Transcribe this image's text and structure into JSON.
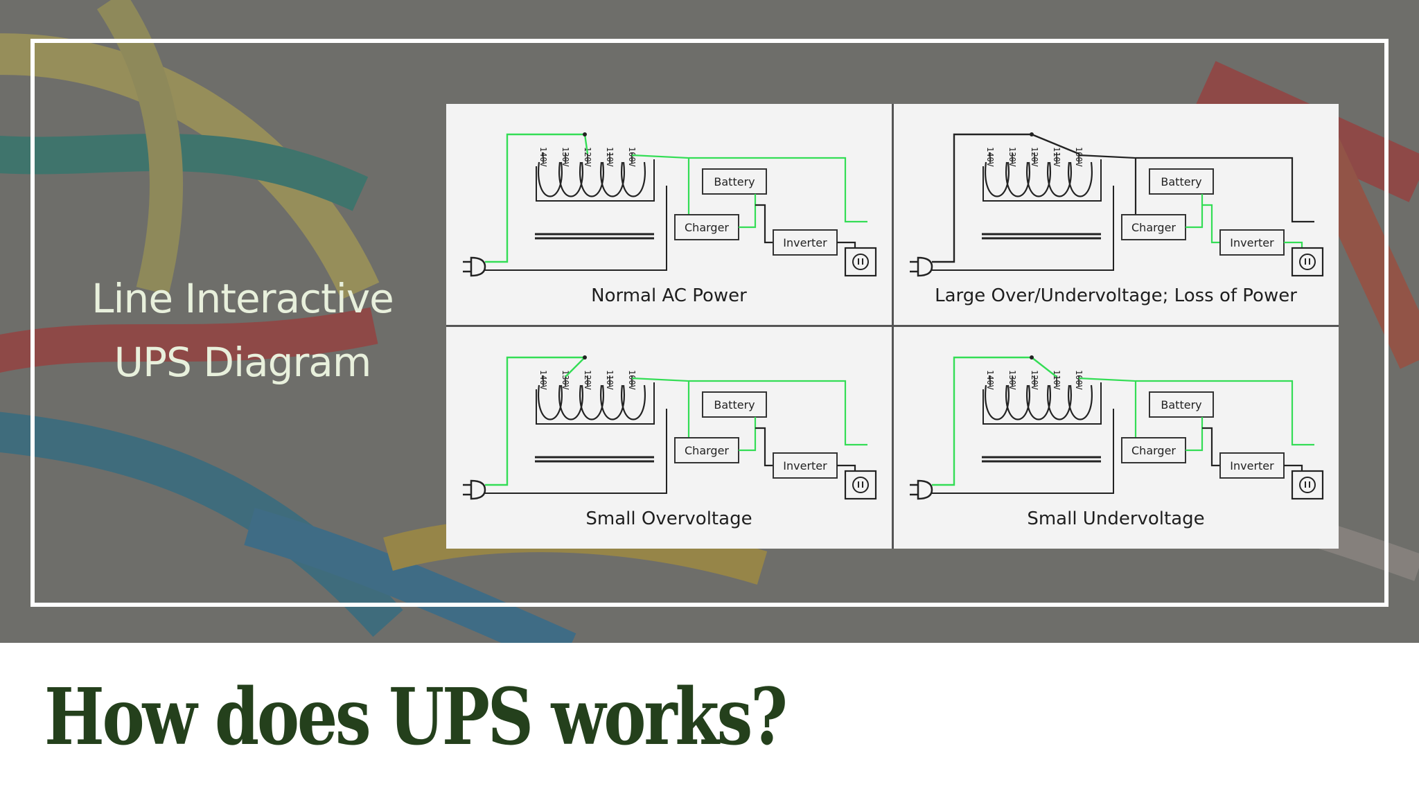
{
  "slide": {
    "subtitle_line1": "Line Interactive",
    "subtitle_line2": "UPS Diagram",
    "title": "How does UPS works?"
  },
  "diagram": {
    "labels": {
      "battery": "Battery",
      "charger": "Charger",
      "inverter": "Inverter",
      "taps": [
        "140V",
        "130V",
        "120V",
        "110V",
        "100V"
      ]
    },
    "panels": [
      {
        "caption": "Normal AC Power",
        "active_tap": "120V",
        "path": "ac"
      },
      {
        "caption": "Large Over/Undervoltage; Loss of Power",
        "active_tap": "100V",
        "path": "battery"
      },
      {
        "caption": "Small Overvoltage",
        "active_tap": "130V",
        "path": "ac"
      },
      {
        "caption": "Small Undervoltage",
        "active_tap": "110V",
        "path": "ac"
      }
    ],
    "colors": {
      "active_wire": "#33dd55",
      "inactive_wire": "#222222",
      "background": "#f3f3f3"
    }
  }
}
